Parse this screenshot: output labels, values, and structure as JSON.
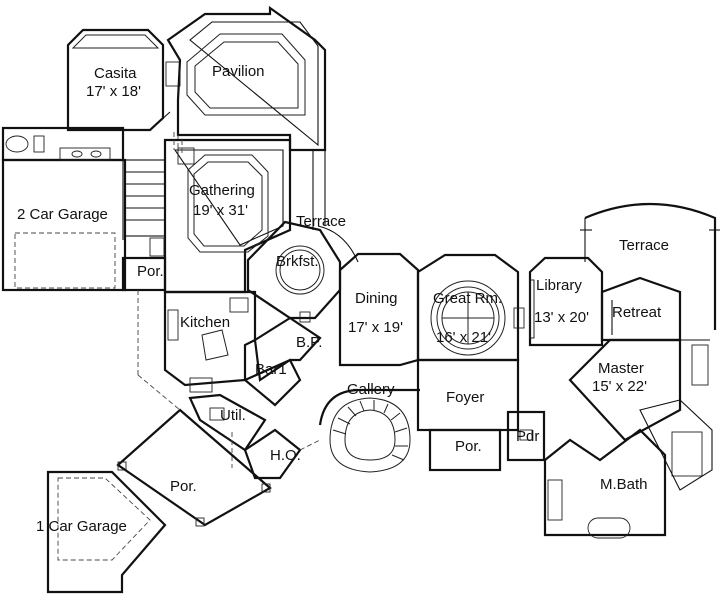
{
  "rooms": {
    "casita": {
      "name": "Casita",
      "size": "17' x 18'"
    },
    "pavilion": {
      "name": "Pavilion"
    },
    "gathering": {
      "name": "Gathering",
      "size": "19' x 31'"
    },
    "garage2": {
      "name": "2 Car Garage"
    },
    "terrace_left": {
      "name": "Terrace"
    },
    "terrace_right": {
      "name": "Terrace"
    },
    "brkfst": {
      "name": "Brkfst."
    },
    "dining": {
      "name": "Dining",
      "size": "17' x 19'"
    },
    "great_rm": {
      "name": "Great Rm.",
      "size": "16' x 21'"
    },
    "library": {
      "name": "Library",
      "size": "13' x 20'"
    },
    "retreat": {
      "name": "Retreat"
    },
    "master": {
      "name": "Master",
      "size": "15' x 22'"
    },
    "por_garage": {
      "name": "Por."
    },
    "kitchen": {
      "name": "Kitchen"
    },
    "bp": {
      "name": "B.P."
    },
    "bar": {
      "name": "Bar1"
    },
    "gallery": {
      "name": "Gallery"
    },
    "foyer": {
      "name": "Foyer"
    },
    "por_entry": {
      "name": "Por."
    },
    "pdr": {
      "name": "Pdr"
    },
    "util": {
      "name": "Util."
    },
    "ho": {
      "name": "H.O."
    },
    "por_side": {
      "name": "Por."
    },
    "mbath": {
      "name": "M.Bath"
    },
    "garage1": {
      "name": "1 Car Garage"
    }
  }
}
